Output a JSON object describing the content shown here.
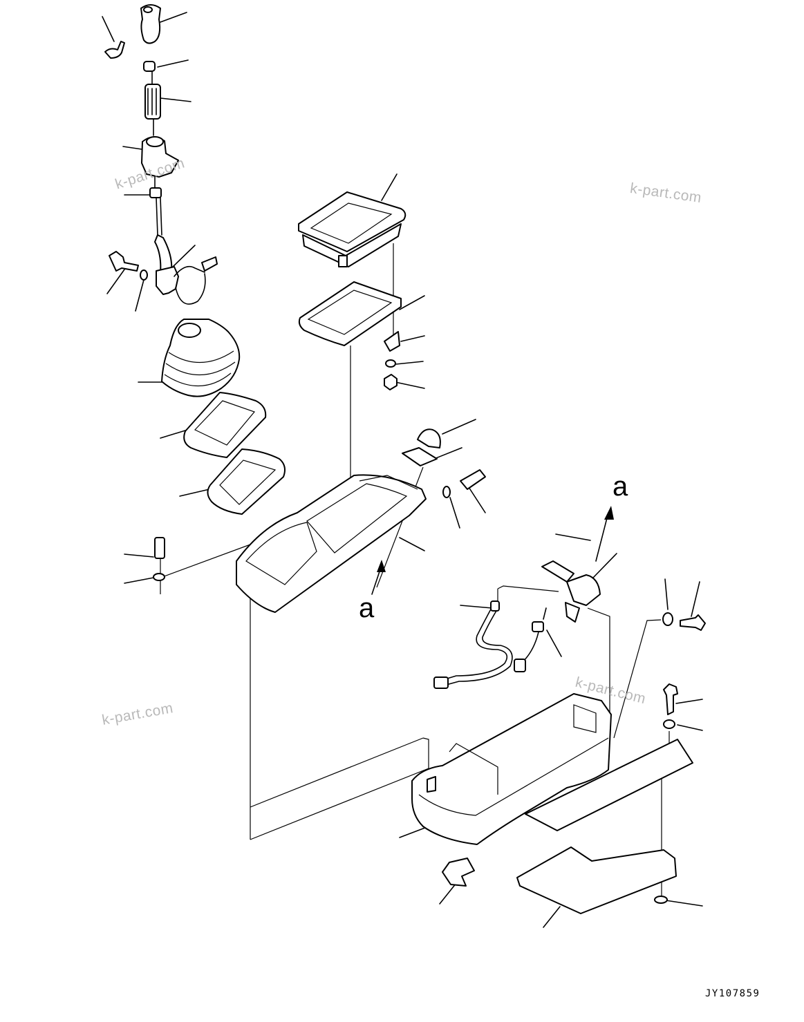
{
  "watermarks": [
    "k-part.com",
    "k-part.com",
    "k-part.com",
    "k-part.com"
  ],
  "view_callouts": [
    "a",
    "a"
  ],
  "drawing_code": "JY107859"
}
